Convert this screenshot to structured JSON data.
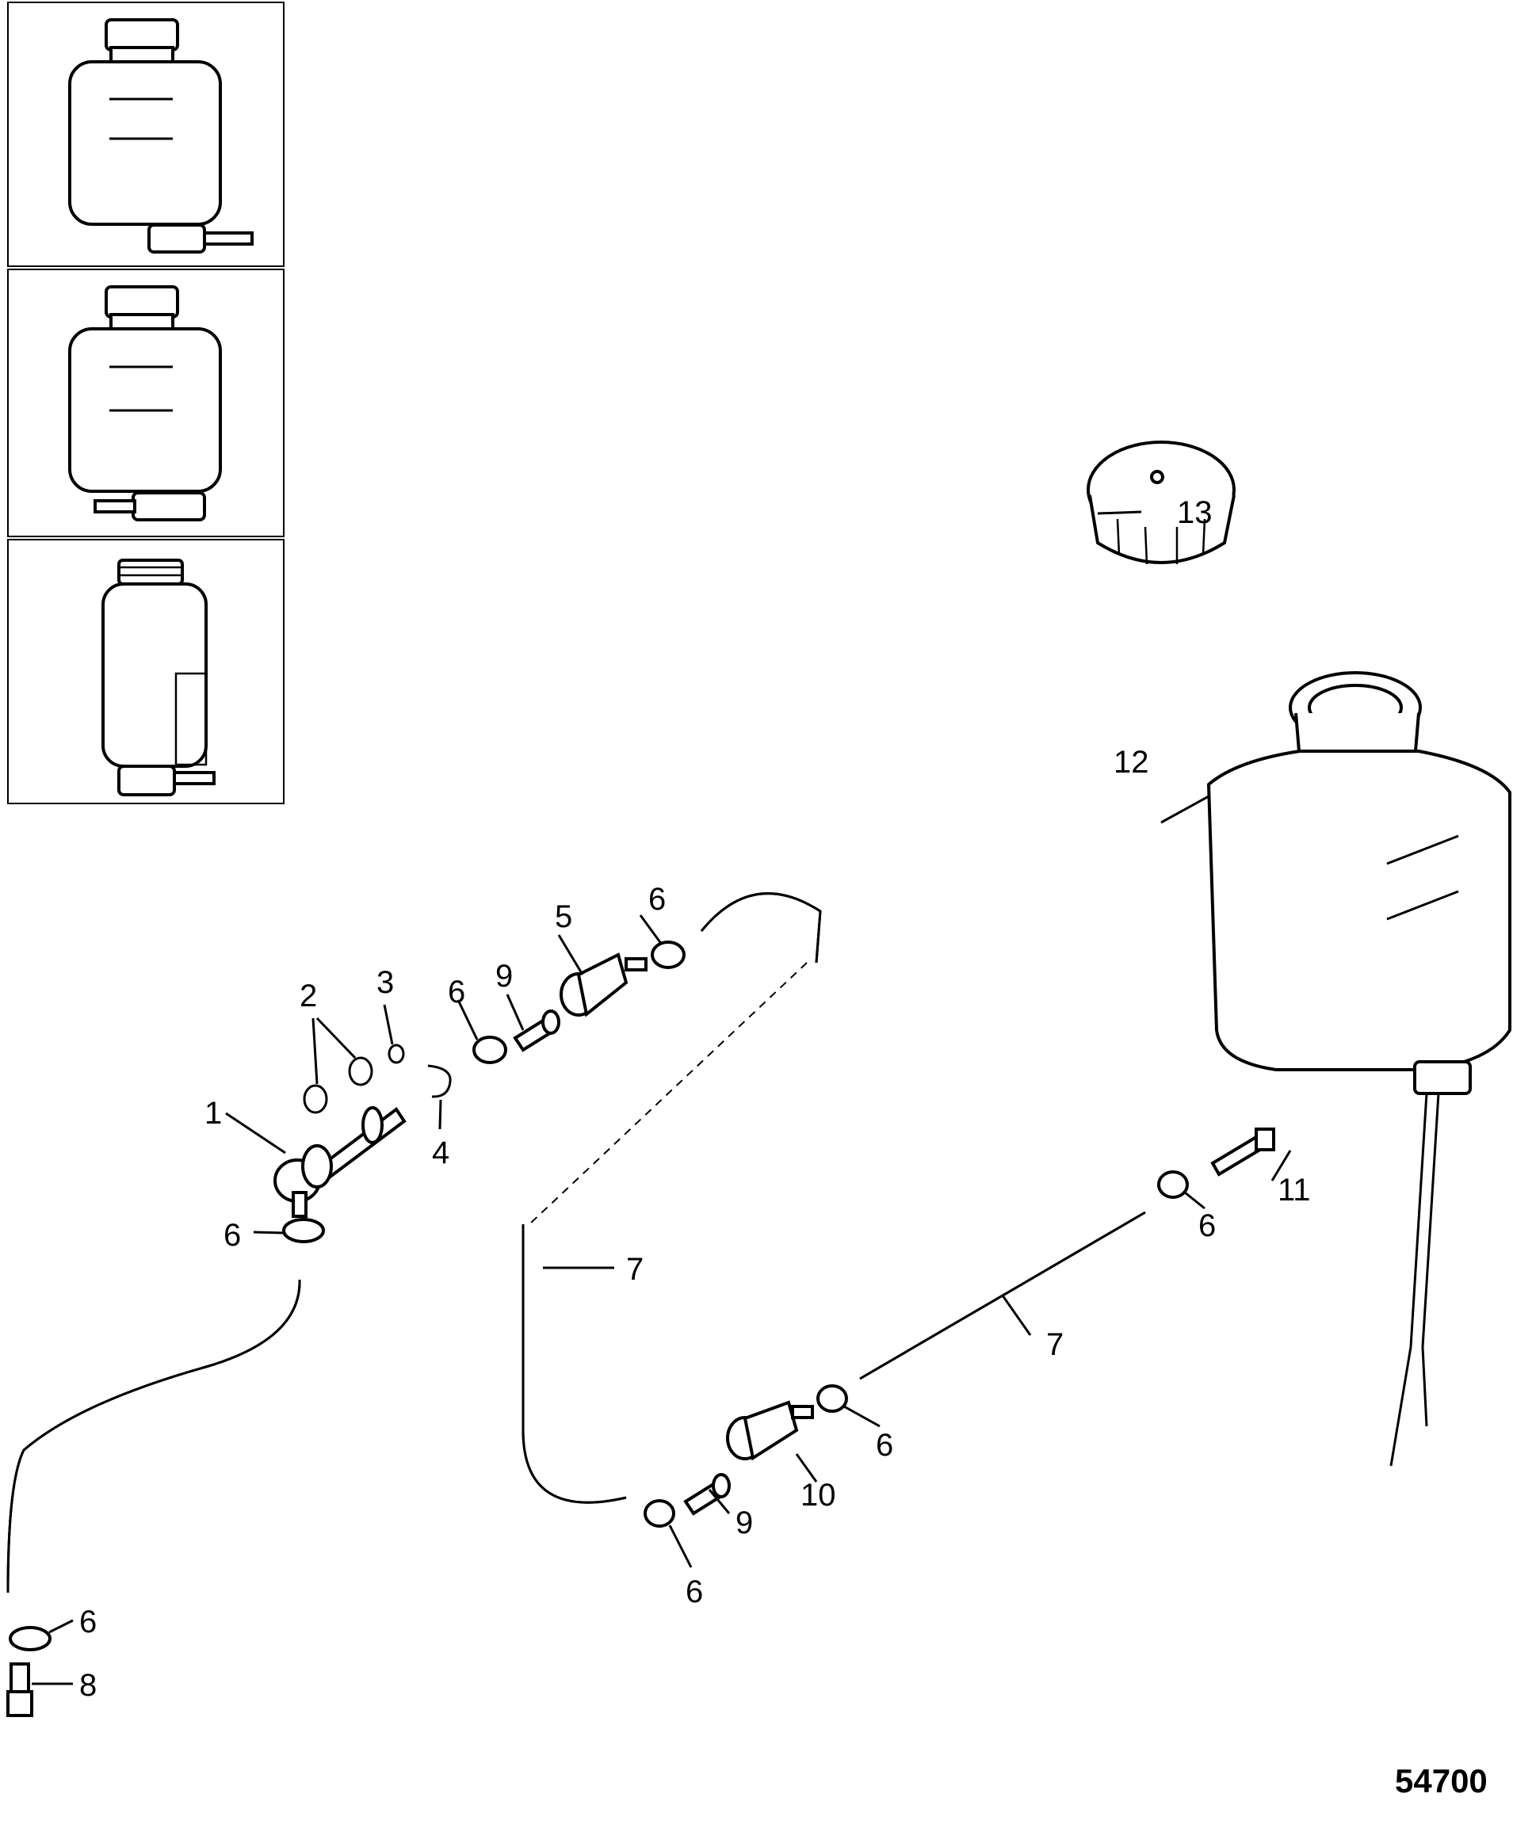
{
  "figure_number": "54700",
  "callouts": [
    {
      "id": "c1",
      "text": "1"
    },
    {
      "id": "c2",
      "text": "2"
    },
    {
      "id": "c3",
      "text": "3"
    },
    {
      "id": "c4",
      "text": "4"
    },
    {
      "id": "c5",
      "text": "5"
    },
    {
      "id": "c6a",
      "text": "6"
    },
    {
      "id": "c6b",
      "text": "6"
    },
    {
      "id": "c6c",
      "text": "6"
    },
    {
      "id": "c6d",
      "text": "6"
    },
    {
      "id": "c6e",
      "text": "6"
    },
    {
      "id": "c6f",
      "text": "6"
    },
    {
      "id": "c6g",
      "text": "6"
    },
    {
      "id": "c7a",
      "text": "7"
    },
    {
      "id": "c7b",
      "text": "7"
    },
    {
      "id": "c8",
      "text": "8"
    },
    {
      "id": "c9a",
      "text": "9"
    },
    {
      "id": "c9b",
      "text": "9"
    },
    {
      "id": "c10",
      "text": "10"
    },
    {
      "id": "c11",
      "text": "11"
    },
    {
      "id": "c12",
      "text": "12"
    },
    {
      "id": "c13",
      "text": "13"
    }
  ]
}
